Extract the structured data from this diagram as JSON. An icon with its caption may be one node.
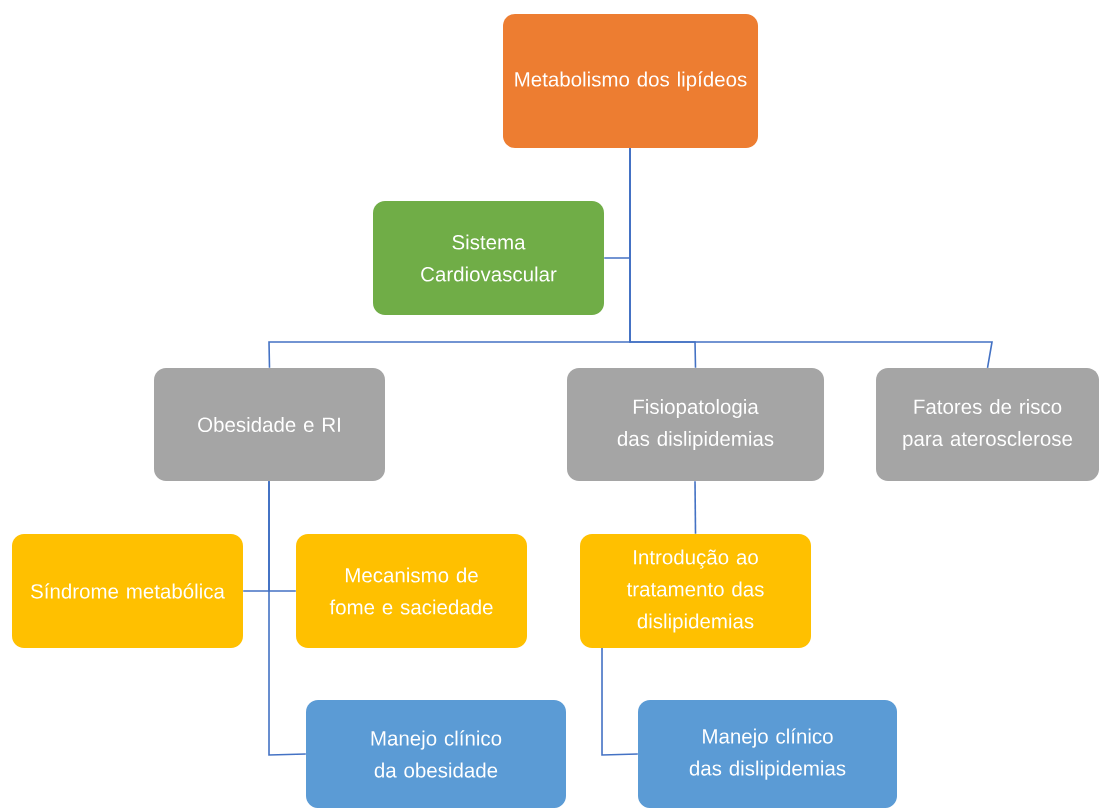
{
  "diagram": {
    "nodes": [
      {
        "text": [
          "Metabolismo dos lipídeos"
        ]
      },
      {
        "text": [
          "Sistema Cardiovascular"
        ]
      },
      {
        "text": [
          "Obesidade e RI"
        ]
      },
      {
        "text": [
          "Fisiopatologia das dislipidemias"
        ]
      },
      {
        "text": [
          "Fatores de risco para aterosclerose"
        ]
      },
      {
        "text": [
          "Síndrome metabólica"
        ]
      },
      {
        "text": [
          "Mecanismo de fome e saciedade"
        ]
      },
      {
        "text": [
          "Introdução ao tratamento das dislipidemias"
        ]
      },
      {
        "text": [
          "Manejo clínico da obesidade"
        ]
      },
      {
        "text": [
          "Manejo clínico das dislipidemias"
        ]
      }
    ],
    "edges": [
      {
        "from": 0,
        "to": 1,
        "arrow": "none"
      },
      {
        "from": 0,
        "to": 2,
        "arrow": "none"
      },
      {
        "from": 0,
        "to": 3,
        "arrow": "none"
      },
      {
        "from": 0,
        "to": 4,
        "arrow": "none"
      },
      {
        "from": 2,
        "to": 5,
        "arrow": "none"
      },
      {
        "from": 2,
        "to": 6,
        "arrow": "none"
      },
      {
        "from": 2,
        "to": 8,
        "arrow": "none"
      },
      {
        "from": 3,
        "to": 7,
        "arrow": "none"
      },
      {
        "from": 7,
        "to": 9,
        "arrow": "none"
      }
    ]
  }
}
